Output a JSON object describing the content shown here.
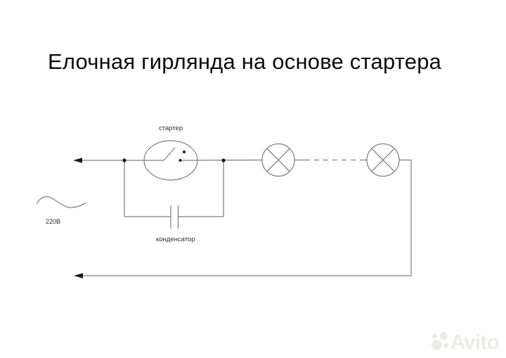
{
  "title": "Елочная гирлянда на основе стартера",
  "diagram": {
    "starter_label": "стартер",
    "capacitor_label": "конденсатор",
    "voltage_label": "220В"
  },
  "watermark": {
    "brand": "Avito"
  },
  "colors": {
    "background": "#ffffff",
    "wire": "#7d7d7d",
    "ink": "#1a1a1a",
    "title_text": "#0b0b0b",
    "label_text": "#2e2e2e",
    "watermark": "#ecebe8"
  }
}
